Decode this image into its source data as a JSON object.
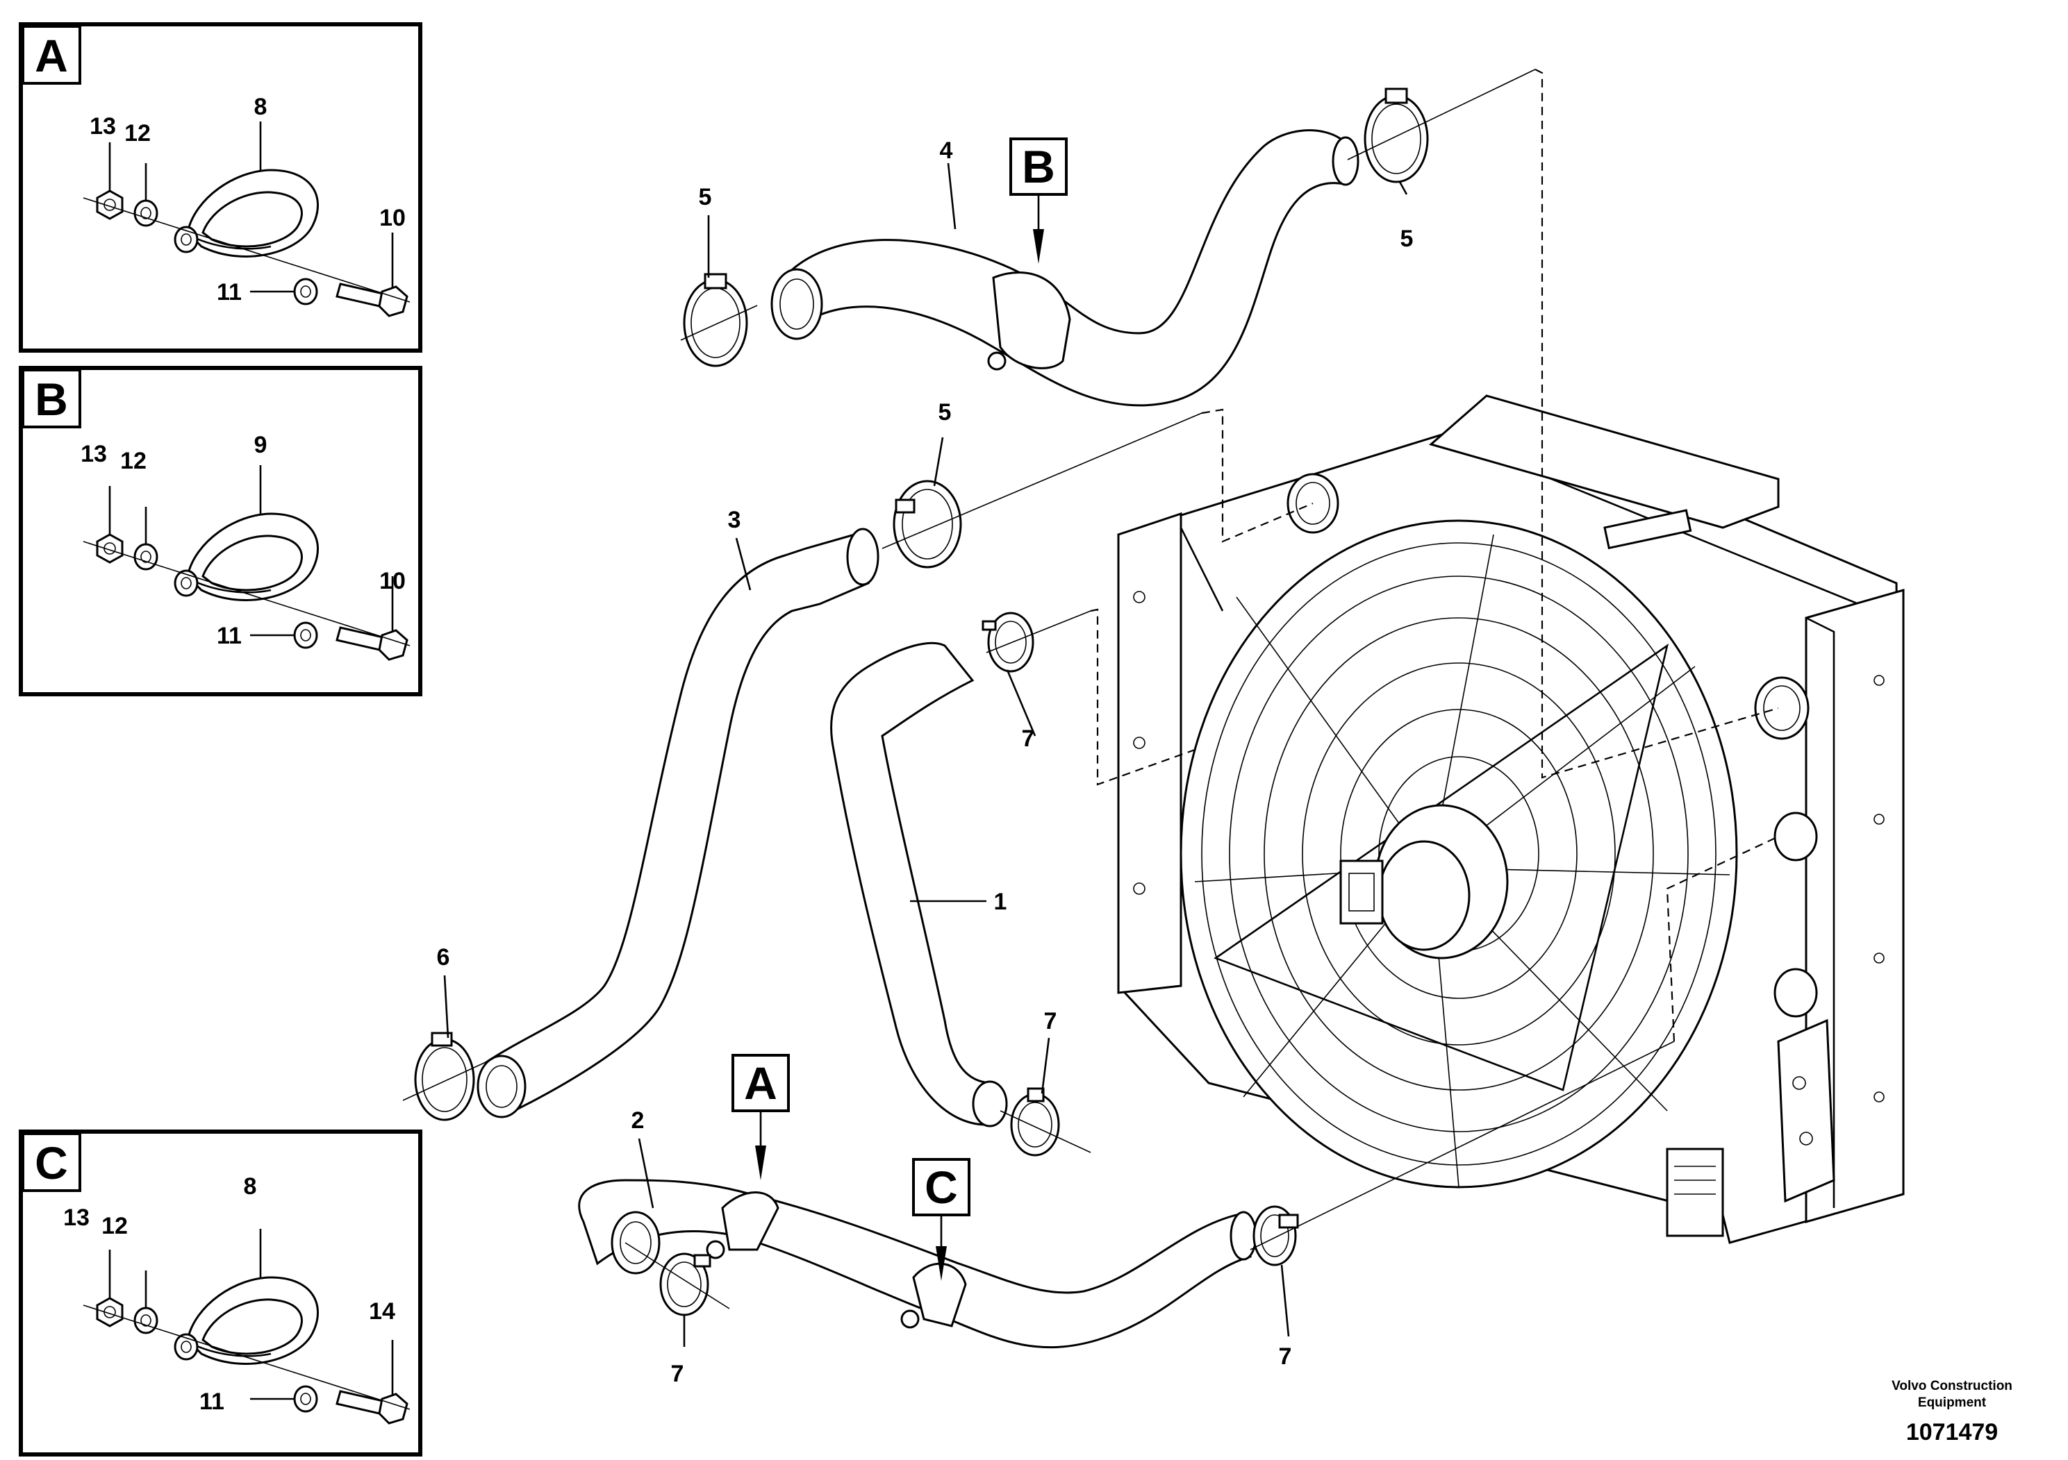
{
  "inset_boxes": [
    {
      "letter": "A",
      "callouts": {
        "nut": "13",
        "washer_small": "12",
        "clamp": "8",
        "screw": "10",
        "washer": "11"
      }
    },
    {
      "letter": "B",
      "callouts": {
        "nut": "13",
        "washer_small": "12",
        "clamp": "9",
        "screw": "10",
        "washer": "11"
      }
    },
    {
      "letter": "C",
      "callouts": {
        "nut": "13",
        "washer_small": "12",
        "clamp": "8",
        "screw": "14",
        "washer": "11"
      }
    }
  ],
  "main_callouts": {
    "hose_1": "1",
    "hose_2": "2",
    "hose_3": "3",
    "hose_4": "4",
    "clamp_5_left": "5",
    "clamp_5_right": "5",
    "clamp_5_mid": "5",
    "clamp_6": "6",
    "clamp_7_upper": "7",
    "clamp_7_lower_mid": "7",
    "clamp_7_bottom_left": "7",
    "clamp_7_bottom_right": "7"
  },
  "detail_markers": {
    "a": "A",
    "b": "B",
    "c": "C"
  },
  "brand": {
    "line1": "Volvo Construction",
    "line2": "Equipment",
    "part_number": "1071479"
  }
}
